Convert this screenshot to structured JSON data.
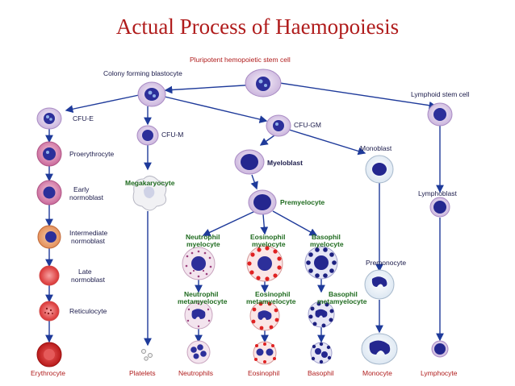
{
  "title": "Actual Process of Haemopoiesis",
  "colors": {
    "title": "#b01c1c",
    "arrow": "#1e3a9a",
    "label": "#1a1a4a",
    "green_label": "#1f6b1f",
    "red_label": "#b01c1c"
  },
  "labels": {
    "stem": "Pluripotent hemopoietic stem cell",
    "blastocyte": "Colony forming blastocyte",
    "lymphoid": "Lymphoid stem cell",
    "cfue": "CFU-E",
    "cfum": "CFU-M",
    "cfugm": "CFU-GM",
    "proery": "Proerythrocyte",
    "early1": "Early",
    "early2": "normoblast",
    "inter1": "Intermediate",
    "inter2": "normoblast",
    "late1": "Late",
    "late2": "normoblast",
    "reti": "Reticulocyte",
    "mega": "Megakaryocyte",
    "myeloblast": "Myeloblast",
    "premyelo": "Premyelocyte",
    "monoblast": "Monoblast",
    "lymphoblast": "Lymphoblast",
    "neu_my1": "Neutrophil",
    "neu_my2": "myelocyte",
    "eos_my1": "Eosinophil",
    "eos_my2": "myelocyte",
    "bas_my1": "Basophil",
    "bas_my2": "myelocyte",
    "neu_meta1": "Neutrophil",
    "neu_meta2": "metamyelocyte",
    "eos_meta1": "Eosinophil",
    "eos_meta2": "metamyelocyte",
    "bas_meta1": "Basophil",
    "bas_meta2": "metamyelocyte",
    "premono": "Premonocyte",
    "erythrocyte": "Erythrocyte",
    "platelets": "Platelets",
    "neutrophils": "Neutrophils",
    "eosinophil": "Eosinophil",
    "basophil": "Basophil",
    "monocyte": "Monocyte",
    "lymphocyte": "Lymphocyte"
  }
}
